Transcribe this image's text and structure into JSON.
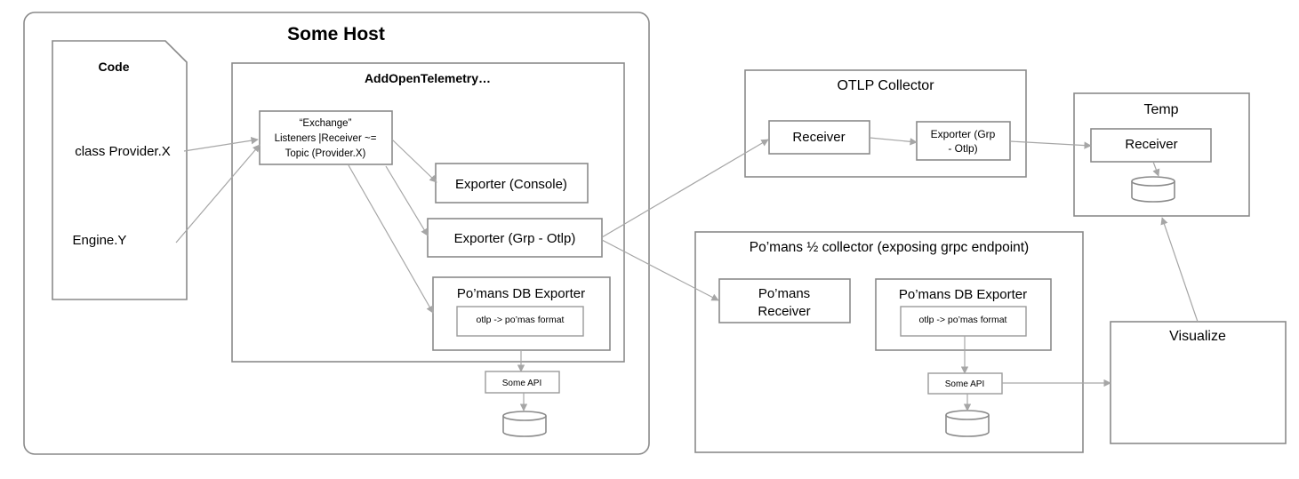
{
  "some_host": {
    "title": "Some Host",
    "code": {
      "label": "Code",
      "provider": "class Provider.X",
      "engine": "Engine.Y"
    },
    "add_otel": {
      "title": "AddOpenTelemetry…",
      "exchange": {
        "line1": "“Exchange”",
        "line2": "Listeners |Receiver ~=",
        "line3": "Topic (Provider.X)"
      },
      "console_exporter": "Exporter (Console)",
      "grpc_exporter": "Exporter (Grp - Otlp)",
      "db_exporter": {
        "title": "Po’mans DB Exporter",
        "format": "otlp -> po’mas format"
      }
    },
    "api": "Some  API"
  },
  "otlp_collector": {
    "title": "OTLP Collector",
    "receiver": "Receiver",
    "exporter": {
      "line1": "Exporter (Grp",
      "line2": "- Otlp)"
    }
  },
  "temp": {
    "title": "Temp",
    "receiver": "Receiver"
  },
  "pomans_collector": {
    "title": "Po’mans ½ collector (exposing grpc endpoint)",
    "receiver": {
      "line1": "Po’mans",
      "line2": "Receiver"
    },
    "db_exporter": {
      "title": "Po’mans DB Exporter",
      "format": "otlp -> po’mas format"
    },
    "api": "Some  API"
  },
  "visualize": {
    "title": "Visualize"
  }
}
